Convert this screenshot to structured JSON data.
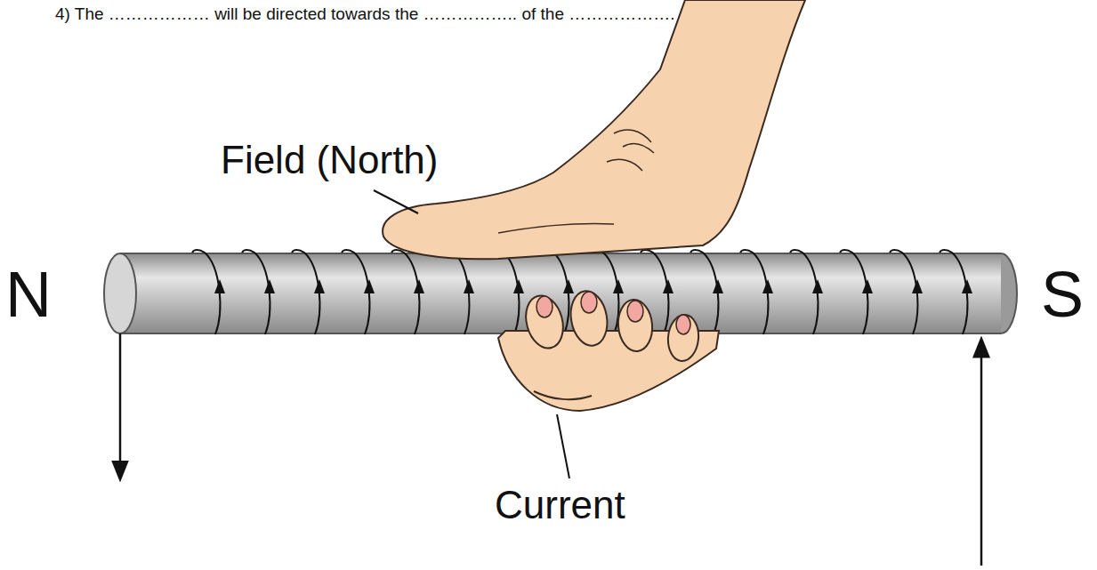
{
  "diagram": {
    "title": "4)  The ……………… will be directed towards the …………….. of the ……………….",
    "labels": [
      "Field (North)",
      "Current",
      "N",
      "S"
    ]
  }
}
